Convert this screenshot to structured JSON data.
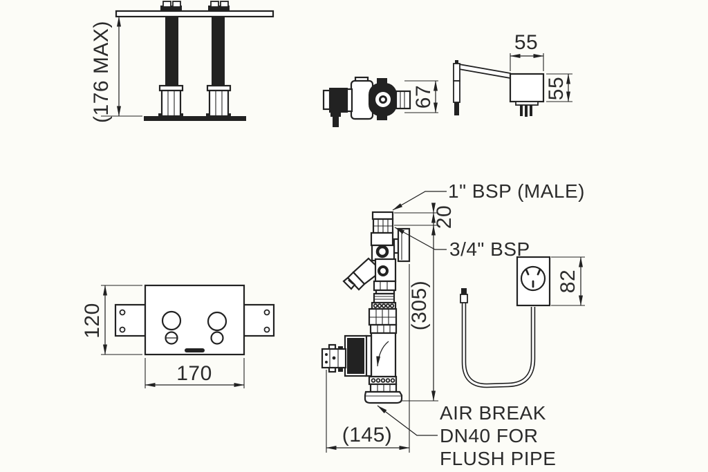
{
  "drawing": {
    "fixing_studs": {
      "height_dim": "(176 MAX)"
    },
    "valve_top_view": {
      "height_dim": "67"
    },
    "control_box": {
      "width_dim": "55",
      "height_dim": "55"
    },
    "wall_plate": {
      "height_dim": "120",
      "width_dim": "170"
    },
    "valve_assembly": {
      "inlet_label": "1\" BSP (MALE)",
      "inlet_thread_dim": "20",
      "outlet_label": "3/4\" BSP",
      "height_dim": "(305)",
      "width_dim": "(145)",
      "air_break_note": [
        "AIR BREAK",
        "DN40 FOR",
        "FLUSH PIPE"
      ]
    },
    "power_outlet": {
      "height_dim": "82"
    }
  }
}
